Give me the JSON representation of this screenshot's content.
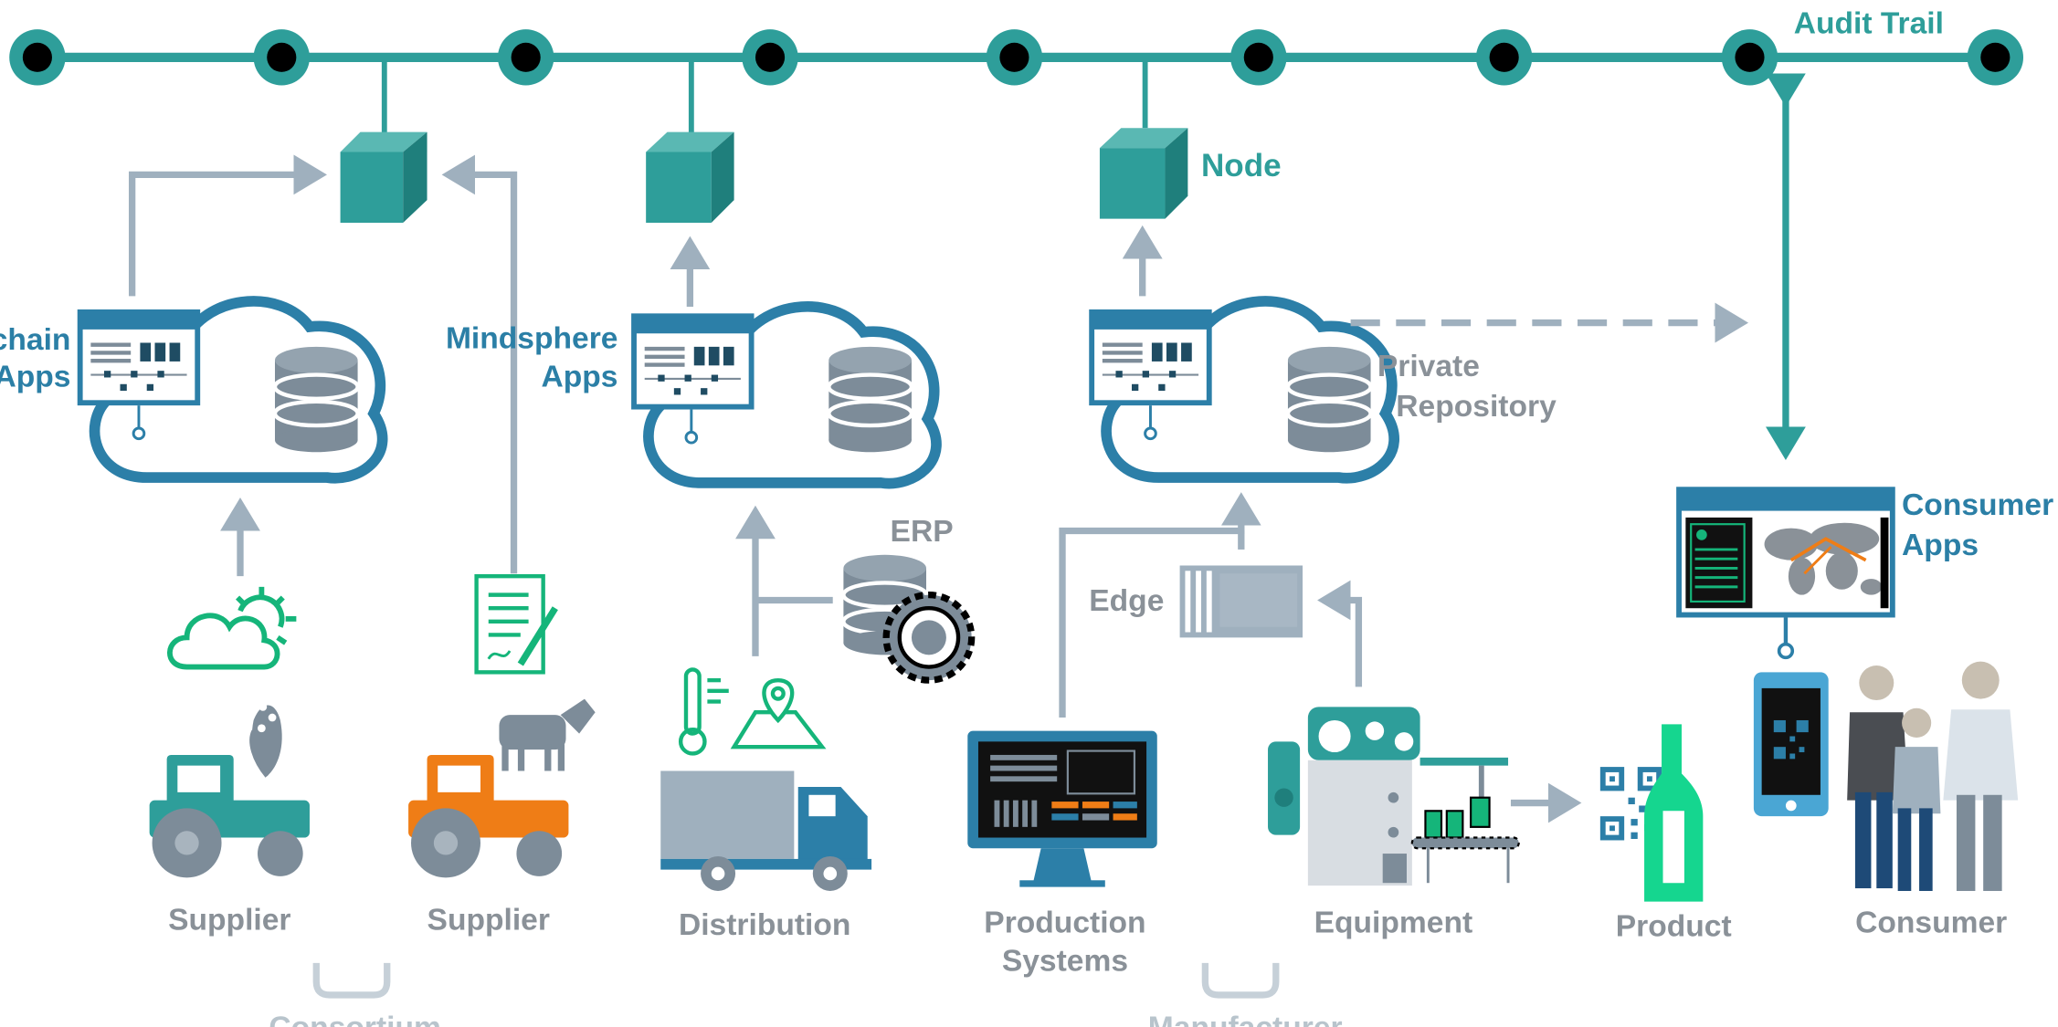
{
  "colors": {
    "teal": "#2e9e9a",
    "teal_dark": "#1f7f7c",
    "blue": "#2c7fa8",
    "blue_text": "#2b7fa6",
    "gray": "#9fb0be",
    "gray_dark": "#7d8c99",
    "gray_text": "#8a9198",
    "light_text": "#b8c4cc",
    "green": "#15b57a",
    "orange": "#ef7d16",
    "black": "#000000"
  },
  "audit_trail": {
    "label": "Audit Trail"
  },
  "node": {
    "label": "Node"
  },
  "apps": {
    "blockchain_label_1": "chain",
    "blockchain_label_2": "Apps",
    "mindsphere_label_1": "Mindsphere",
    "mindsphere_label_2": "Apps"
  },
  "private_repository": {
    "line1": "Private",
    "line2": "Repository"
  },
  "erp": {
    "label": "ERP"
  },
  "edge": {
    "label": "Edge"
  },
  "consumer_apps": {
    "line1": "Consumer",
    "line2": "Apps"
  },
  "stakeholders": {
    "supplier_1": "Supplier",
    "supplier_2": "Supplier",
    "distribution": "Distribution",
    "production_1": "Production",
    "production_2": "Systems",
    "equipment": "Equipment",
    "product": "Product",
    "consumer": "Consumer"
  },
  "groups": {
    "consortium": "Consortium",
    "manufacturer": "Manufacturer"
  }
}
